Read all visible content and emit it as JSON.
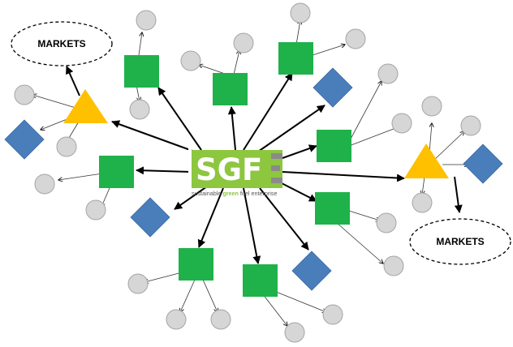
{
  "logo": {
    "main": "SGF",
    "sub_prefix": "sustainable ",
    "sub_highlight": "green",
    "sub_suffix": " fuel enterprise"
  },
  "markets": [
    {
      "id": "markets-left",
      "label": "MARKETS"
    },
    {
      "id": "markets-right",
      "label": "MARKETS"
    }
  ],
  "colors": {
    "square": "#1fb24a",
    "diamond": "#4a7ebb",
    "triangle": "#ffc000",
    "circle_fill": "#d6d6d6",
    "circle_stroke": "#a5a5a5",
    "logo_green": "#8dc63f",
    "logo_gray": "#8a8a8a"
  }
}
